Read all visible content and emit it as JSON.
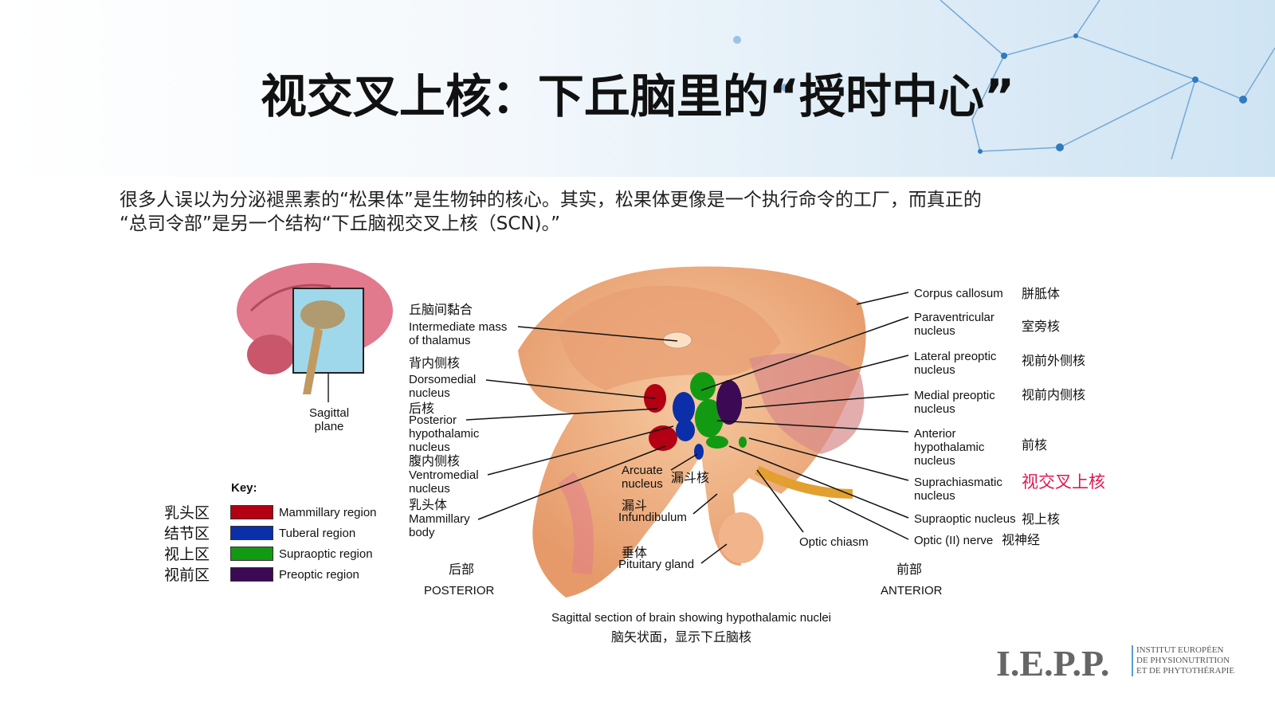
{
  "title": "视交叉上核：下丘脑里的“授时中心”",
  "paragraph": [
    "很多人误以为分泌褪黑素的“松果体”是生物钟的核心。其实，松果体更像是一个执行命令的工厂，而真正的",
    "“总司令部”是另一个结构“下丘脑视交叉上核（SCN)。”"
  ],
  "inset": {
    "label": "Sagittal\nplane"
  },
  "key": {
    "title": "Key:",
    "items": [
      {
        "zh": "乳头区",
        "en": "Mammillary region",
        "color": "#b30012"
      },
      {
        "zh": "结节区",
        "en": "Tuberal region",
        "color": "#0a2fa8"
      },
      {
        "zh": "视上区",
        "en": "Supraoptic region",
        "color": "#139a13"
      },
      {
        "zh": "视前区",
        "en": "Preoptic region",
        "color": "#3c0a55"
      }
    ]
  },
  "left_labels": [
    {
      "zh": "丘脑间黏合",
      "en": "Intermediate mass\nof thalamus"
    },
    {
      "zh": "背内侧核",
      "en": "Dorsomedial\nnucleus"
    },
    {
      "zh": "后核",
      "en": "Posterior\nhypothalamic\nnucleus"
    },
    {
      "zh": "腹内侧核",
      "en": "Ventromedial\nnucleus"
    },
    {
      "zh": "乳头体",
      "en": "Mammillary\nbody"
    }
  ],
  "center_labels": [
    {
      "zh": "漏斗核",
      "en": "Arcuate\nnucleus"
    },
    {
      "zh": "漏斗",
      "en": "Infundibulum"
    },
    {
      "zh": "垂体",
      "en": "Pituitary gland"
    },
    {
      "en": "Optic chiasm"
    }
  ],
  "right_labels": [
    {
      "en": "Corpus callosum",
      "zh": "胼胝体"
    },
    {
      "en": "Paraventricular\nnucleus",
      "zh": "室旁核"
    },
    {
      "en": "Lateral preoptic\nnucleus",
      "zh": "视前外侧核"
    },
    {
      "en": "Medial preoptic\nnucleus",
      "zh": "视前内侧核"
    },
    {
      "en": "Anterior\nhypothalamic\nnucleus",
      "zh": "前核"
    },
    {
      "en": "Suprachiasmatic\nnucleus",
      "zh": "视交叉上核",
      "highlight": "#e0194f"
    },
    {
      "en": "Supraoptic nucleus",
      "zh": "视上核"
    },
    {
      "en": "Optic (II) nerve",
      "zh": "视神经"
    }
  ],
  "orientation": {
    "posterior_zh": "后部",
    "posterior_en": "POSTERIOR",
    "anterior_zh": "前部",
    "anterior_en": "ANTERIOR"
  },
  "caption": {
    "en": "Sagittal section of brain showing hypothalamic nuclei",
    "zh": "脑矢状面，显示下丘脑核"
  },
  "logo": {
    "main": "I.E.P.P.",
    "sub": [
      "INSTITUT EUROPÉEN",
      "DE PHYSIONUTRITION",
      "ET DE PHYTOTHÉRAPIE"
    ]
  }
}
